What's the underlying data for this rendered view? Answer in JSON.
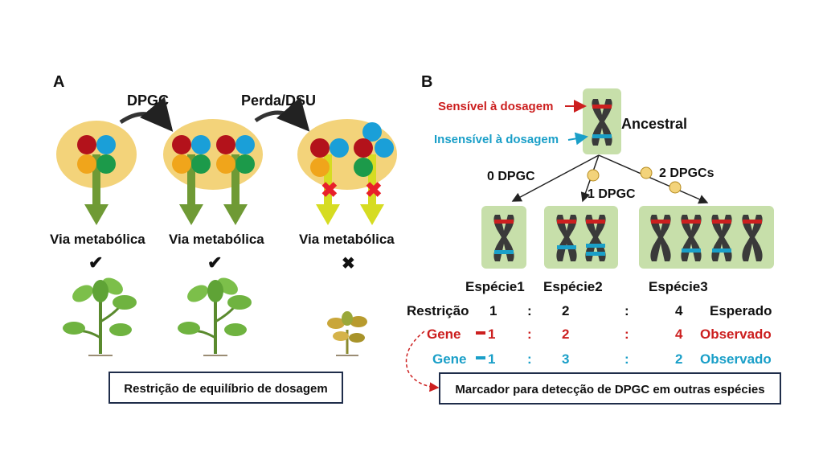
{
  "panel_a": {
    "label": "A",
    "arrow1_label": "DPGC",
    "arrow2_label": "Perda/DSU",
    "pathway_label": "Via metabólica",
    "check": "✔",
    "cross": "✖",
    "box_caption": "Restrição de equilíbrio de dosagem"
  },
  "panel_b": {
    "label": "B",
    "sensitive_label": "Sensível à dosagem",
    "insensitive_label": "Insensível à dosagem",
    "ancestral": "Ancestral",
    "branch_0": "0 DPGC",
    "branch_1": "1 DPGC",
    "branch_2": "2 DPGCs",
    "species": [
      "Espécie1",
      "Espécie2",
      "Espécie3"
    ],
    "restriction": {
      "label": "Restrição",
      "values": [
        "1",
        "2",
        "4"
      ],
      "end": "Esperado"
    },
    "gene_red": {
      "label": "Gene",
      "values": [
        "1",
        "2",
        "4"
      ],
      "end": "Observado"
    },
    "gene_blue": {
      "label": "Gene",
      "values": [
        "1",
        "3",
        "2"
      ],
      "end": "Observado"
    },
    "separator": ":",
    "marker_caption": "Marcador para detecção de DPGC em outras espécies"
  },
  "colors": {
    "red": "#cc1f1f",
    "blue": "#1a9fc8",
    "node_yellow": "#f3d37a",
    "chromosome_bg": "#c7dfaa",
    "arrow_green": "#6f9a35",
    "arrow_yellow": "#d6dc22"
  }
}
